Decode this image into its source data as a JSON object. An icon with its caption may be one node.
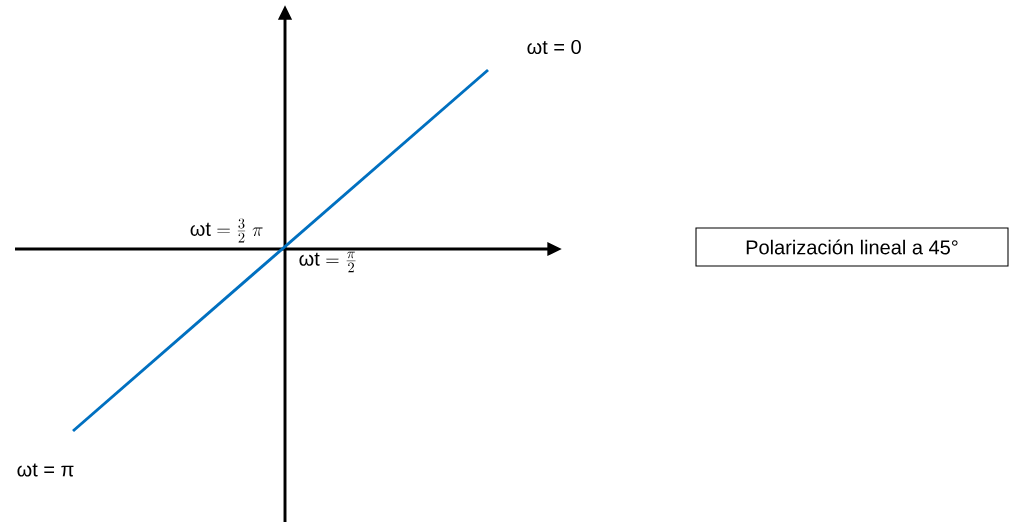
{
  "diagram": {
    "nodes": [
      {
        "text": [
          "Polarización lineal a 45°"
        ]
      }
    ],
    "labels": [
      "ωt = 0",
      "\\mbox{ωt} = \\frac{3}{2}\\;\\pi",
      "\\mbox{ωt} = \\frac{\\pi}{2}",
      "ωt = π"
    ]
  }
}
